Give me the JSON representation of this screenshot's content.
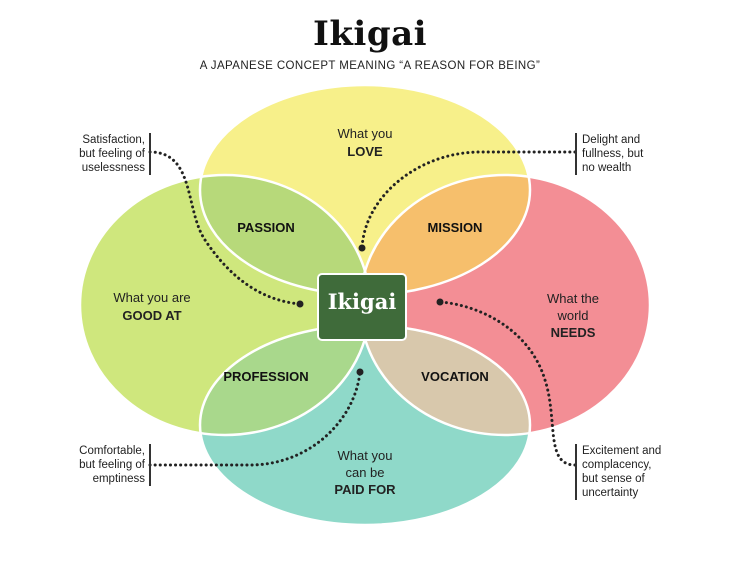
{
  "title": "Ikigai",
  "subtitle": "A JAPANESE CONCEPT MEANING “A REASON FOR BEING”",
  "circles": {
    "love": {
      "line1": "What you",
      "line2": "",
      "bold": "LOVE",
      "color": "#f7f08a"
    },
    "good_at": {
      "line1": "What you are",
      "line2": "",
      "bold": "GOOD AT",
      "color": "#cfe77d"
    },
    "needs": {
      "line1": "What the",
      "line2": "world",
      "bold": "NEEDS",
      "color": "#f38e95"
    },
    "paid_for": {
      "line1": "What you",
      "line2": "can be",
      "bold": "PAID FOR",
      "color": "#8fd9c9"
    }
  },
  "overlaps": {
    "passion": "PASSION",
    "mission": "MISSION",
    "profession": "PROFESSION",
    "vocation": "VOCATION",
    "center": "Ikigai"
  },
  "annotations": {
    "top_left": [
      "Satisfaction,",
      "but feeling of",
      "uselessness"
    ],
    "top_right": [
      "Delight and",
      "fullness, but",
      "no wealth"
    ],
    "bottom_left": [
      "Comfortable,",
      "but feeling of",
      "emptiness"
    ],
    "bottom_right": [
      "Excitement and",
      "complacency,",
      "but sense of",
      "uncertainty"
    ]
  },
  "colors": {
    "passion": "#b7d97a",
    "mission": "#f6bf6c",
    "profession": "#a9d88c",
    "vocation": "#d8c8ac",
    "center": "#3f6b3a",
    "top_wedge": "#cdb77e",
    "left_wedge": "#7fbf5a",
    "right_wedge": "#c8926a",
    "bottom_wedge": "#96c57a"
  }
}
